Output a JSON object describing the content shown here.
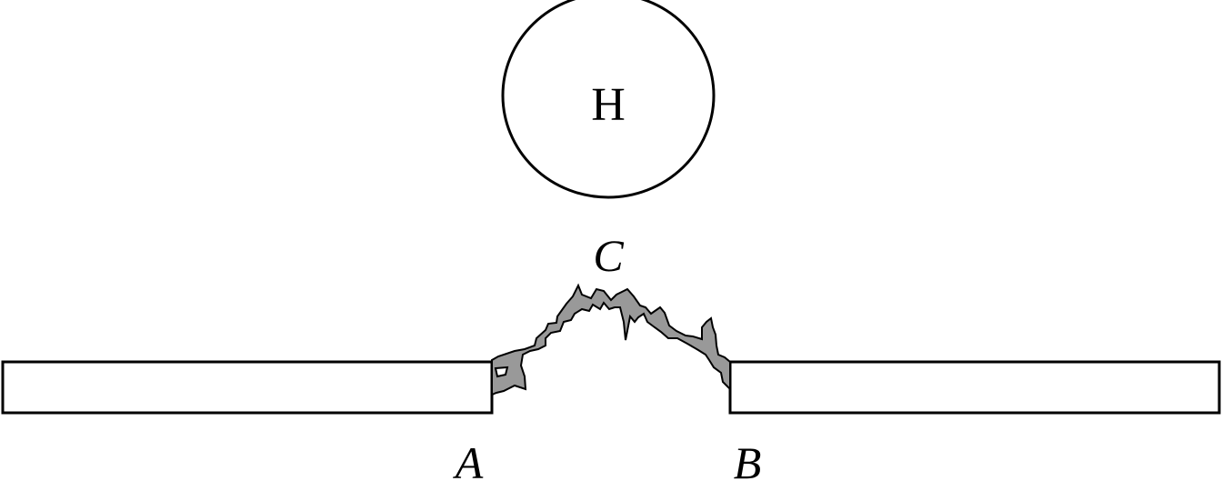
{
  "diagram": {
    "circle_label": "H",
    "point_a": "A",
    "point_b": "B",
    "point_c": "C"
  },
  "colors": {
    "stroke": "#000000",
    "background": "#ffffff",
    "debris_fill": "#999999"
  }
}
